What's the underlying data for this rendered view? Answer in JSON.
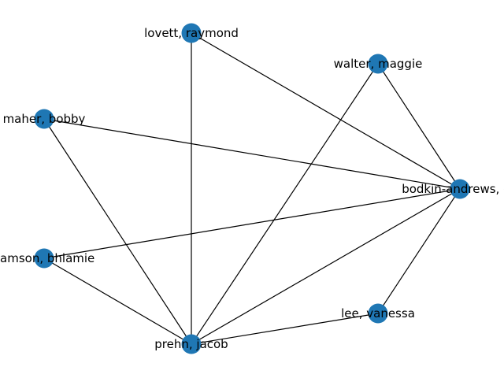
{
  "graph": {
    "node_color": "#1f77b4",
    "edge_color": "#000000",
    "nodes": [
      {
        "id": "lovett",
        "label": "lovett, raymond"
      },
      {
        "id": "walter",
        "label": "walter, maggie"
      },
      {
        "id": "maher",
        "label": "maher, bobby"
      },
      {
        "id": "bodkin",
        "label": "bodkin-andrews, ga"
      },
      {
        "id": "williamson",
        "label": "liamson, bhlamie"
      },
      {
        "id": "lee",
        "label": "lee, vanessa"
      },
      {
        "id": "prehn",
        "label": "prehn, jacob"
      }
    ],
    "edges": [
      [
        "lovett",
        "prehn"
      ],
      [
        "lovett",
        "bodkin"
      ],
      [
        "walter",
        "bodkin"
      ],
      [
        "walter",
        "prehn"
      ],
      [
        "maher",
        "bodkin"
      ],
      [
        "maher",
        "prehn"
      ],
      [
        "williamson",
        "bodkin"
      ],
      [
        "williamson",
        "prehn"
      ],
      [
        "bodkin",
        "prehn"
      ],
      [
        "bodkin",
        "lee"
      ],
      [
        "lee",
        "prehn"
      ]
    ]
  }
}
